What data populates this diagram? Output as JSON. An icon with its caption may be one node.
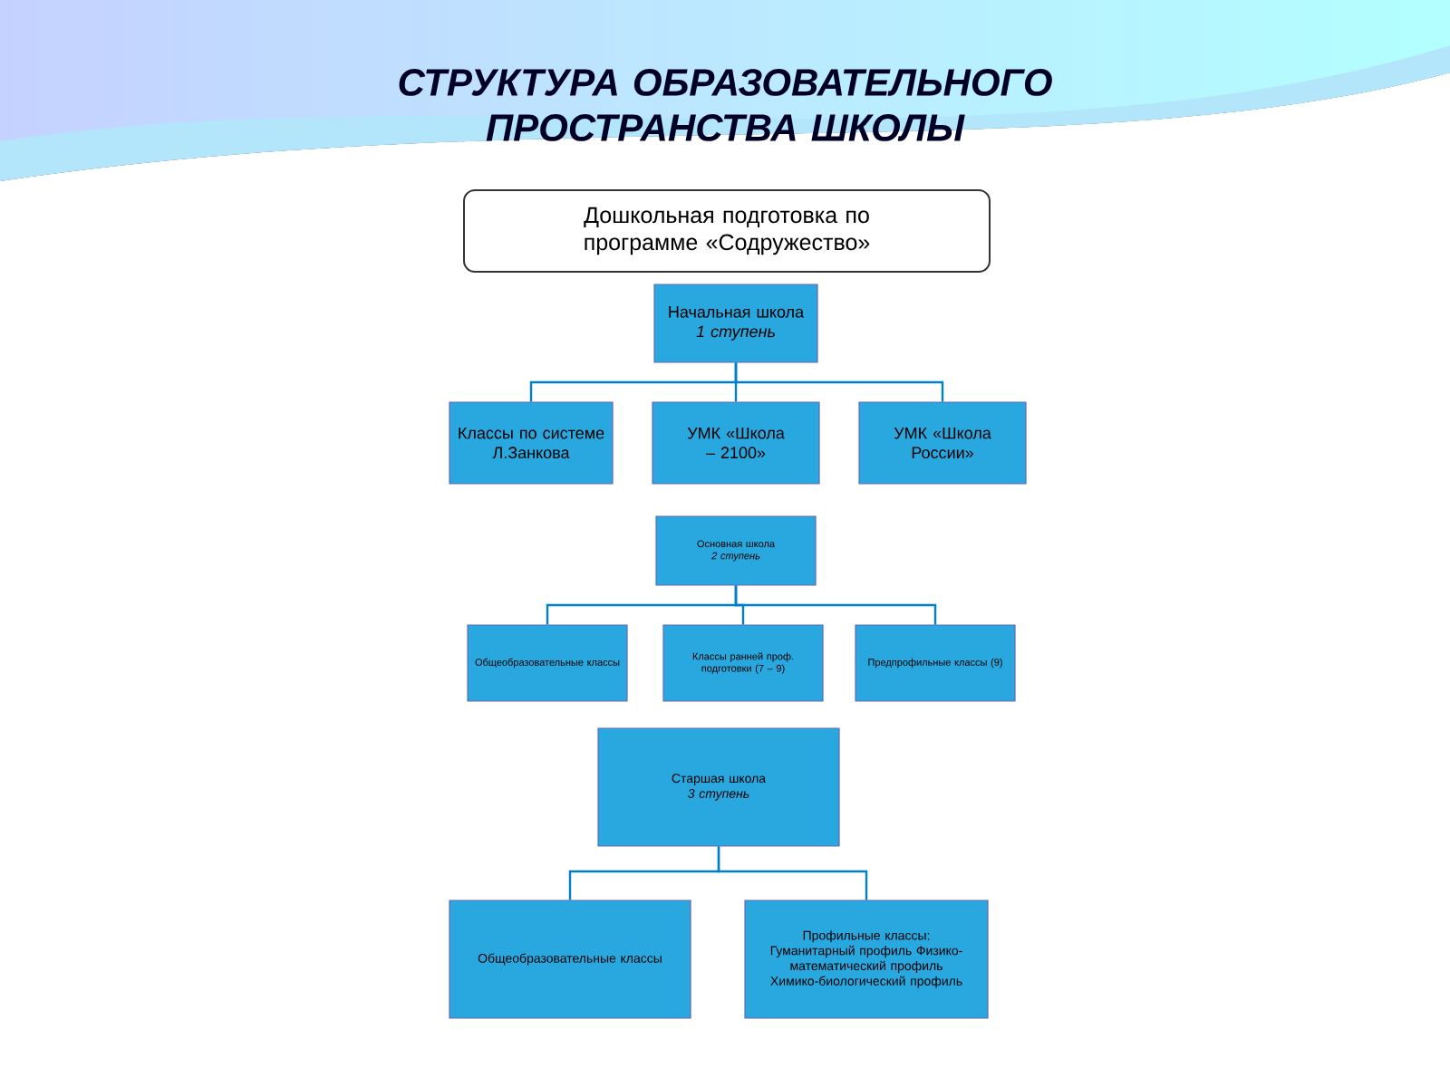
{
  "diagram": {
    "title": "СТРУКТУРА ОБРАЗОВАТЕЛЬНОГО ПРОСТРАНСТВА ШКОЛЫ",
    "nodes": [
      {
        "text": [
          "Дошкольная подготовка по программе «Содружество»"
        ]
      },
      {
        "text": [
          "Начальная школа",
          "1 ступень"
        ]
      },
      {
        "text": [
          "Классы по системе Л.Занкова"
        ]
      },
      {
        "text": [
          "УМК «Школа – 2100»"
        ]
      },
      {
        "text": [
          "УМК «Школа России»"
        ]
      },
      {
        "text": [
          "Основная школа",
          "2 ступень"
        ]
      },
      {
        "text": [
          "Общеобразовательные классы"
        ]
      },
      {
        "text": [
          "Классы ранней проф. подготовки (7 – 9)"
        ]
      },
      {
        "text": [
          "Предпрофильные классы (9)"
        ]
      },
      {
        "text": [
          "Старшая школа",
          "3 ступень"
        ]
      },
      {
        "text": [
          "Общеобразовательные классы"
        ]
      },
      {
        "text": [
          "Профильные классы: Гуманитарный профиль Физико-математический профиль Химико-биологический профиль"
        ]
      }
    ],
    "edges": [
      {
        "from": 1,
        "to": 2,
        "arrow": "none"
      },
      {
        "from": 1,
        "to": 3,
        "arrow": "none"
      },
      {
        "from": 1,
        "to": 4,
        "arrow": "none"
      },
      {
        "from": 5,
        "to": 6,
        "arrow": "none"
      },
      {
        "from": 5,
        "to": 7,
        "arrow": "none"
      },
      {
        "from": 5,
        "to": 8,
        "arrow": "none"
      },
      {
        "from": 9,
        "to": 10,
        "arrow": "none"
      },
      {
        "from": 9,
        "to": 11,
        "arrow": "none"
      }
    ]
  }
}
